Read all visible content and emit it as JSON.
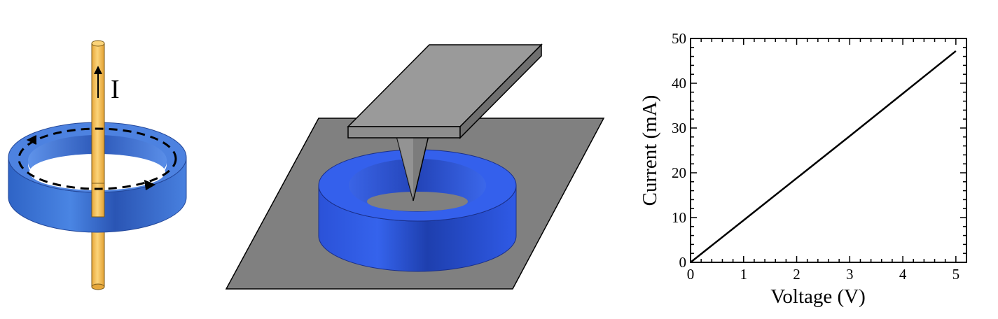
{
  "panel_a": {
    "current_label": "I",
    "colors": {
      "ring": "#3f75d3",
      "wire": "#f5bd4f"
    }
  },
  "panel_b": {
    "colors": {
      "ring": "#2d55d8",
      "substrate": "#808080",
      "cantilever": "#9a9a9a"
    }
  },
  "chart_data": {
    "type": "line",
    "xlabel": "Voltage (V)",
    "ylabel": "Current (mA)",
    "xlim": [
      0,
      5.2
    ],
    "ylim": [
      0,
      50
    ],
    "x_ticks": [
      "0",
      "1",
      "2",
      "3",
      "4",
      "5"
    ],
    "y_ticks": [
      "0",
      "10",
      "20",
      "30",
      "40",
      "50"
    ],
    "grid": false,
    "series": [
      {
        "x": [
          0,
          1,
          2,
          3,
          4,
          5
        ],
        "y": [
          0,
          9.4,
          18.8,
          28.2,
          37.7,
          47.2
        ]
      }
    ]
  }
}
